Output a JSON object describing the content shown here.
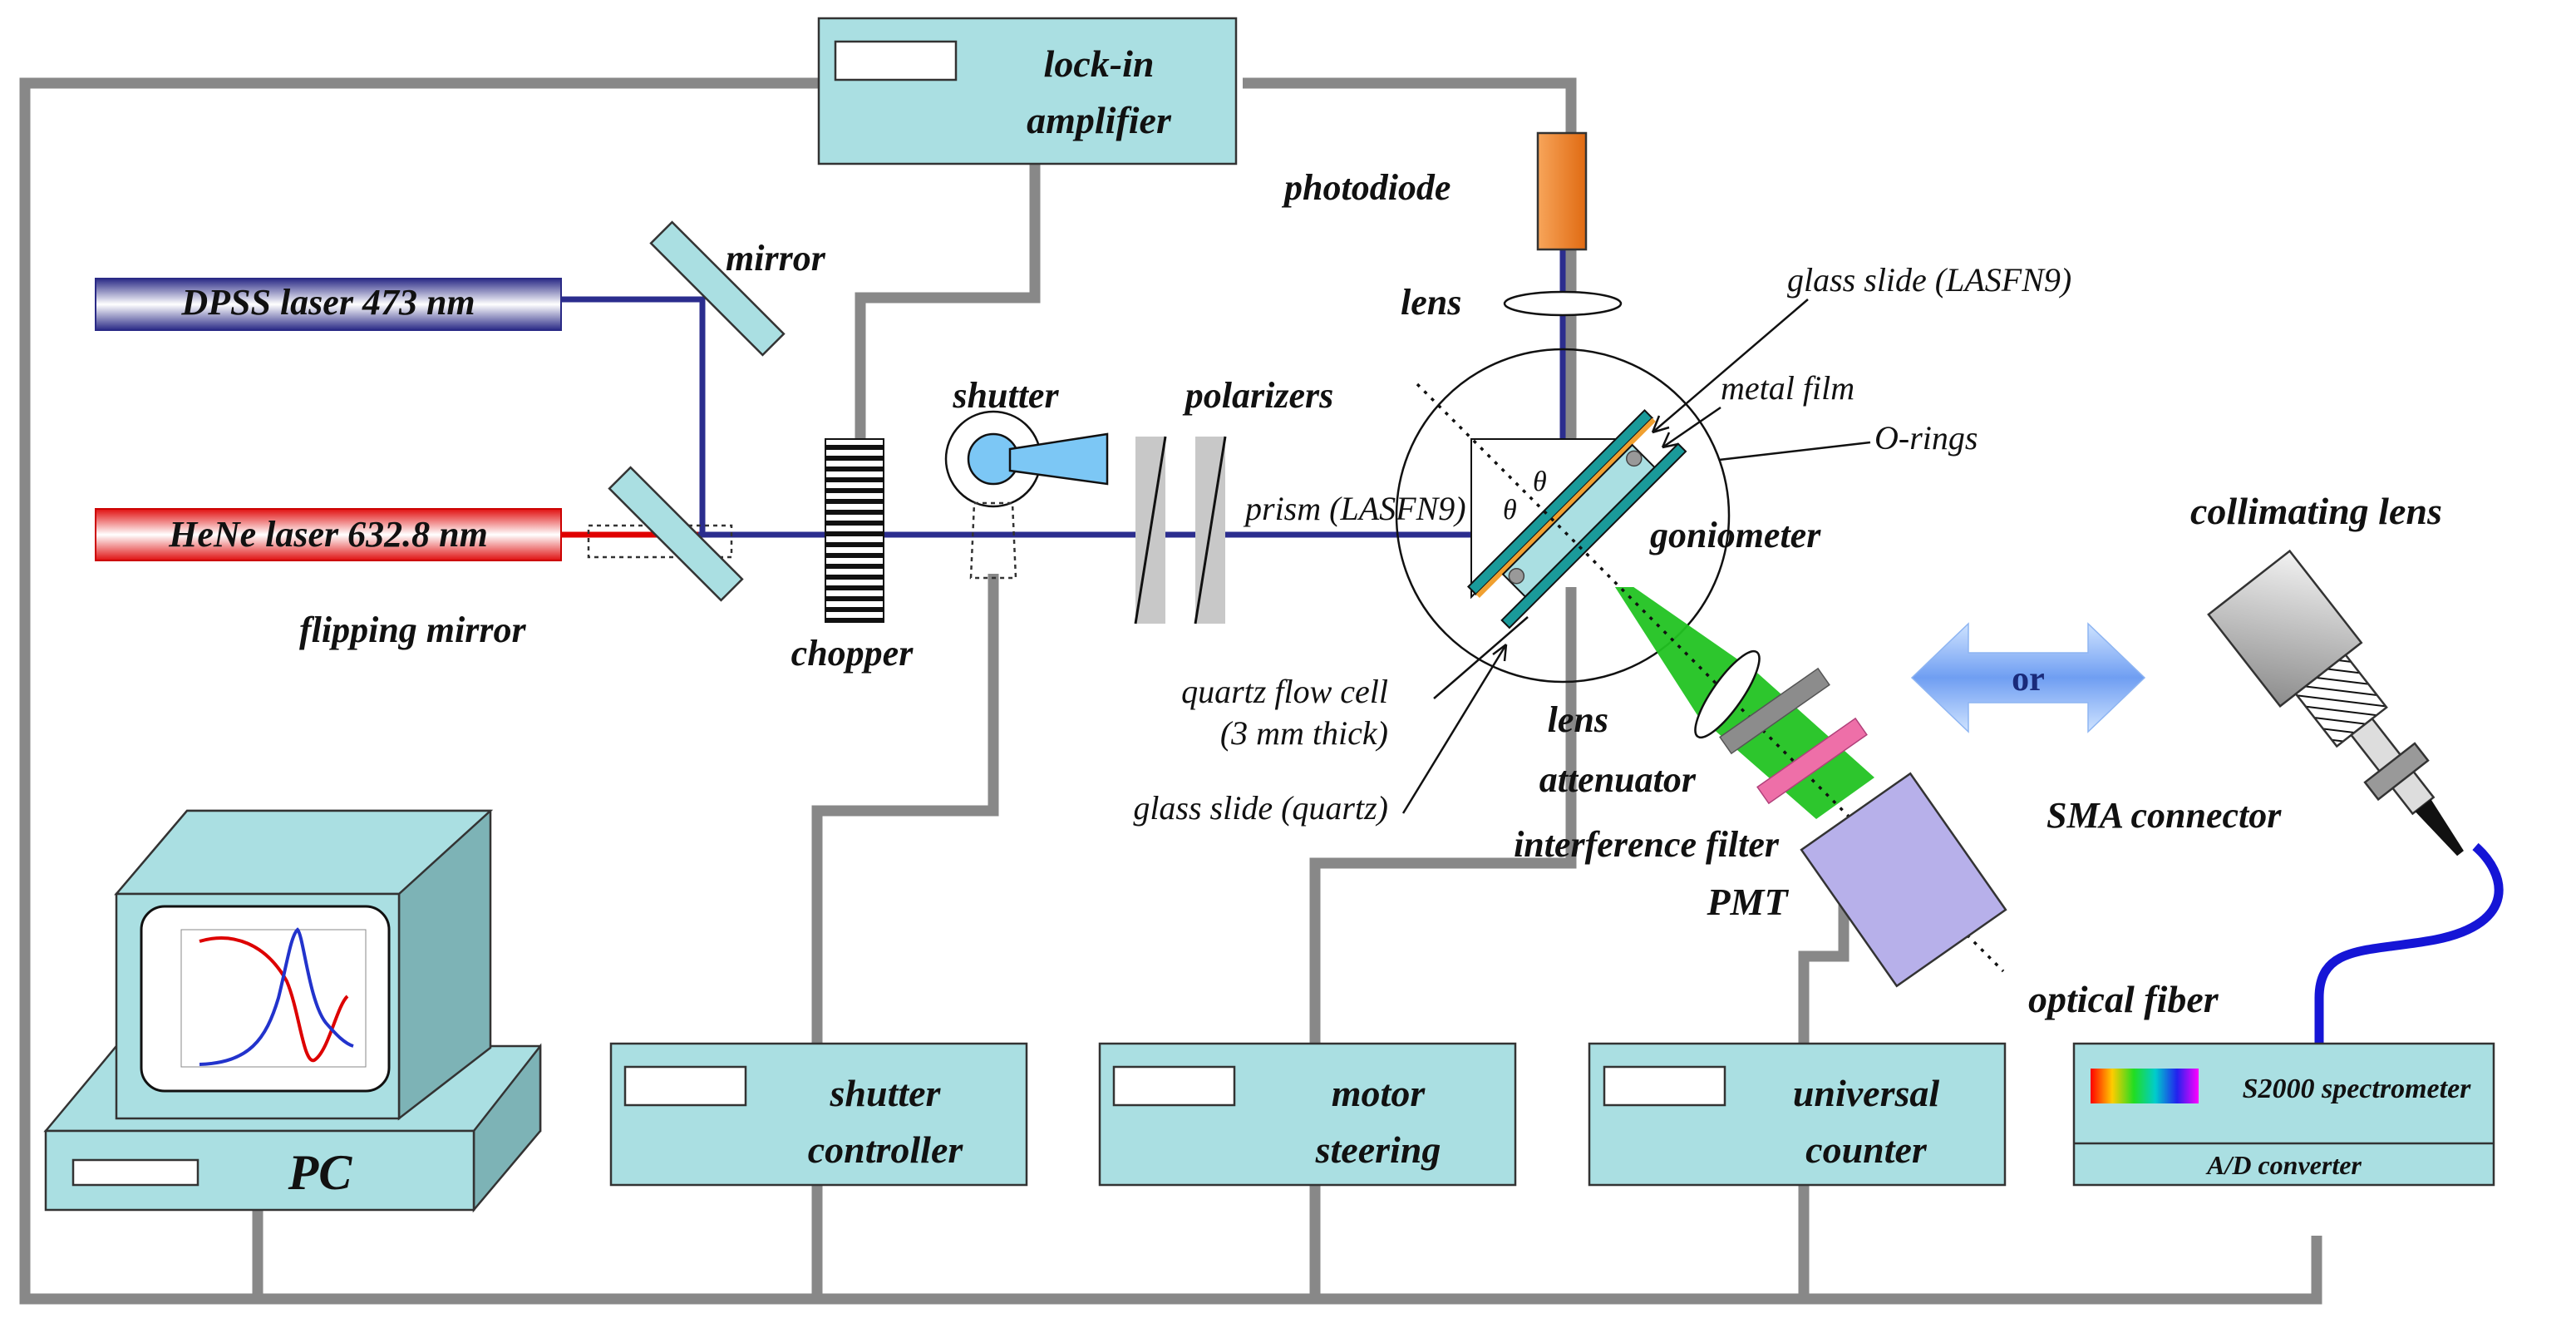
{
  "labels": {
    "lockin": "lock-in",
    "lockin2": "amplifier",
    "dpss": "DPSS laser 473 nm",
    "hene": "HeNe laser 632.8 nm",
    "mirror": "mirror",
    "flipping_mirror": "flipping mirror",
    "chopper": "chopper",
    "shutter": "shutter",
    "polarizers": "polarizers",
    "photodiode": "photodiode",
    "lens_top": "lens",
    "glass_slide_lasfn9": "glass slide (LASFN9)",
    "metal_film": "metal film",
    "orings": "O-rings",
    "prism": "prism (LASFN9)",
    "theta1": "θ",
    "theta2": "θ",
    "goniometer": "goniometer",
    "quartz_flow_cell": "quartz flow cell",
    "quartz_flow_cell2": "(3 mm thick)",
    "glass_slide_quartz": "glass slide (quartz)",
    "lens_bottom": "lens",
    "attenuator": "attenuator",
    "interference_filter": "interference filter",
    "pmt": "PMT",
    "or": "or",
    "collimating_lens": "collimating lens",
    "sma_connector": "SMA connector",
    "optical_fiber": "optical fiber",
    "spectrometer": "S2000 spectrometer",
    "ad_converter": "A/D converter",
    "shutter_controller": "shutter",
    "shutter_controller2": "controller",
    "motor_steering": "motor",
    "motor_steering2": "steering",
    "universal_counter": "universal",
    "universal_counter2": "counter",
    "pc": "PC"
  },
  "colors": {
    "instrument_box": "#aadfe2",
    "wire": "#888888",
    "beam_blue": "#2b2d8e",
    "beam_red": "#e00000",
    "emission_green": "#22c322",
    "photodiode": "#f28a30",
    "pmt": "#b7b0ea",
    "fiber": "#1515d6"
  },
  "icons": [
    "shutter-icon",
    "chopper-icon",
    "polarizer-icon",
    "prism-icon",
    "pmt-icon",
    "collimator-icon",
    "spectrum-icon",
    "computer-icon",
    "double-arrow-icon"
  ]
}
